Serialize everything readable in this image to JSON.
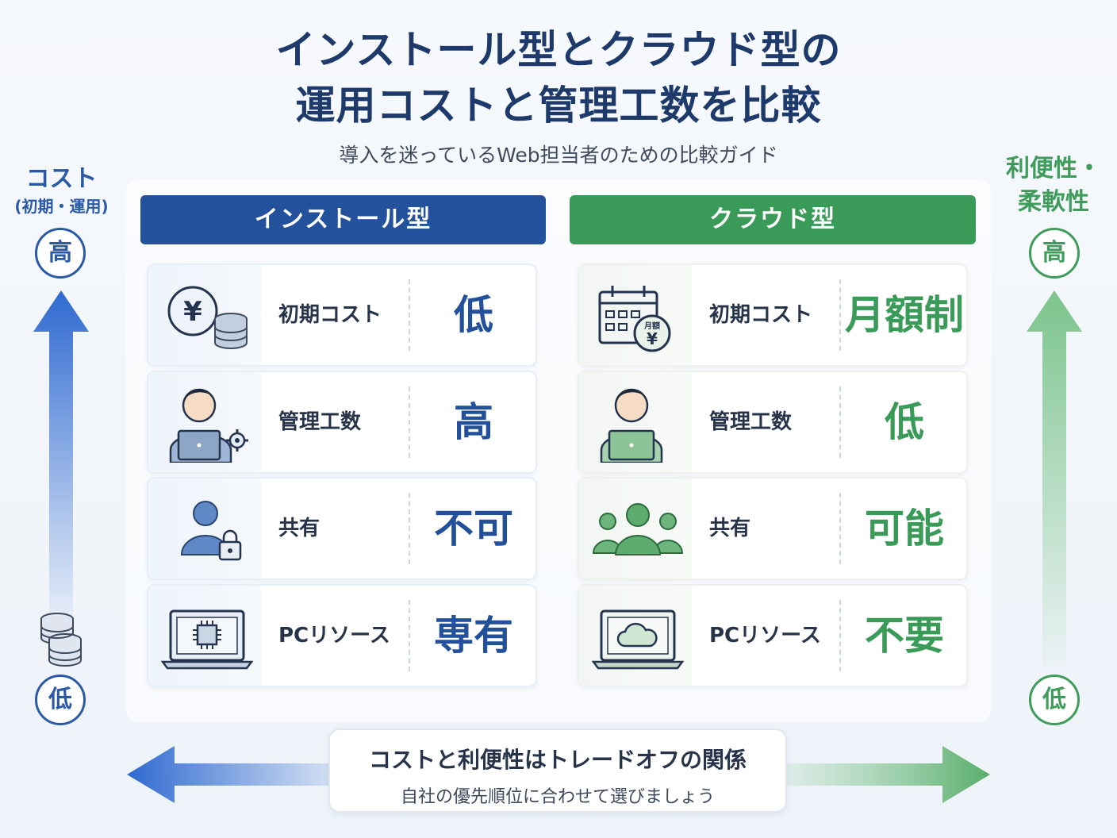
{
  "title_line1": "インストール型とクラウド型の",
  "title_line2": "運用コストと管理工数を比較",
  "subtitle": "導入を迷っているWeb担当者のための比較ガイド",
  "left_axis": {
    "title": "コスト",
    "subtitle": "(初期・運用)",
    "high": "高",
    "low": "低"
  },
  "right_axis": {
    "title_line1": "利便性・",
    "title_line2": "柔軟性",
    "high": "高",
    "low": "低"
  },
  "install": {
    "header": "インストール型",
    "rows": [
      {
        "label": "初期コスト",
        "value": "低",
        "icon": "yen-coin-stack-icon"
      },
      {
        "label": "管理工数",
        "value": "高",
        "icon": "person-laptop-gear-icon"
      },
      {
        "label": "共有",
        "value": "不可",
        "icon": "person-lock-icon"
      },
      {
        "label": "PCリソース",
        "value": "専有",
        "icon": "laptop-chip-icon"
      }
    ]
  },
  "cloud": {
    "header": "クラウド型",
    "rows": [
      {
        "label": "初期コスト",
        "value": "月額制",
        "icon": "calendar-monthly-yen-icon"
      },
      {
        "label": "管理工数",
        "value": "低",
        "icon": "person-laptop-icon"
      },
      {
        "label": "共有",
        "value": "可能",
        "icon": "group-users-icon"
      },
      {
        "label": "PCリソース",
        "value": "不要",
        "icon": "laptop-cloud-icon"
      }
    ]
  },
  "calendar_badge_text": "月額",
  "yen_symbol": "¥",
  "bottom": {
    "main": "コストと利便性はトレードオフの関係",
    "sub": "自社の優先順位に合わせて選びましょう"
  },
  "colors": {
    "blue": "#24519b",
    "green": "#3a9a57"
  }
}
